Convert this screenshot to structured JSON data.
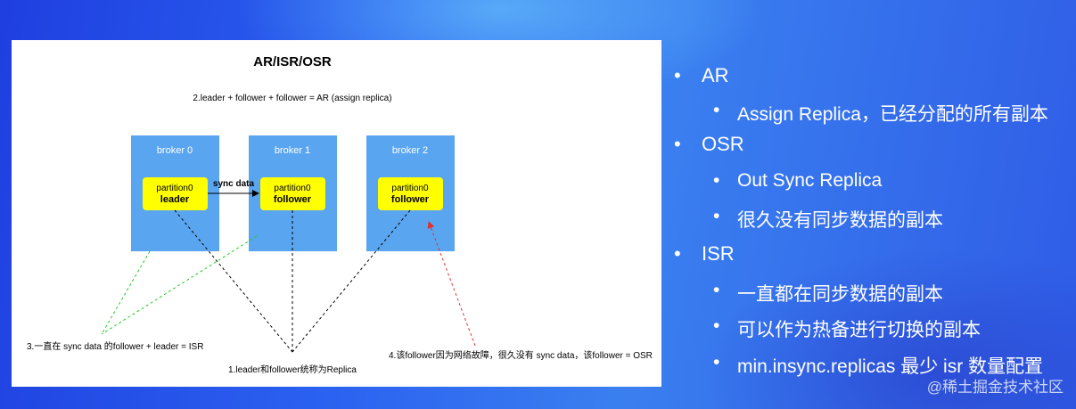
{
  "diagram": {
    "title": "AR/ISR/OSR",
    "formula": "2.leader + follower + follower = AR (assign replica)",
    "brokers": [
      {
        "name": "broker 0",
        "partition": "partition0",
        "role": "leader"
      },
      {
        "name": "broker 1",
        "partition": "partition0",
        "role": "follower"
      },
      {
        "name": "broker 2",
        "partition": "partition0",
        "role": "follower"
      }
    ],
    "sync_label": "sync data",
    "annotations": {
      "isr": "3.一直在 sync data 的follower + leader  = ISR",
      "replica": "1.leader和follower统称为Replica",
      "osr": "4.该follower因为网络故障，很久没有 sync data，该follower = OSR"
    },
    "colors": {
      "broker_box": "#5aa5f0",
      "partition_box": "#ffff00",
      "isr_line": "#22cc22",
      "osr_line": "#e03030"
    }
  },
  "bullets": [
    {
      "level": 1,
      "text": "AR"
    },
    {
      "level": 2,
      "text": "Assign Replica，已经分配的所有副本"
    },
    {
      "level": 1,
      "text": "OSR"
    },
    {
      "level": 2,
      "text": "Out Sync Replica"
    },
    {
      "level": 2,
      "text": "很久没有同步数据的副本"
    },
    {
      "level": 1,
      "text": "ISR"
    },
    {
      "level": 2,
      "text": "一直都在同步数据的副本"
    },
    {
      "level": 2,
      "text": "可以作为热备进行切换的副本"
    },
    {
      "level": 2,
      "text": "min.insync.replicas 最少 isr 数量配置"
    }
  ],
  "bullet_glyph": "•",
  "watermark": "@稀土掘金技术社区"
}
